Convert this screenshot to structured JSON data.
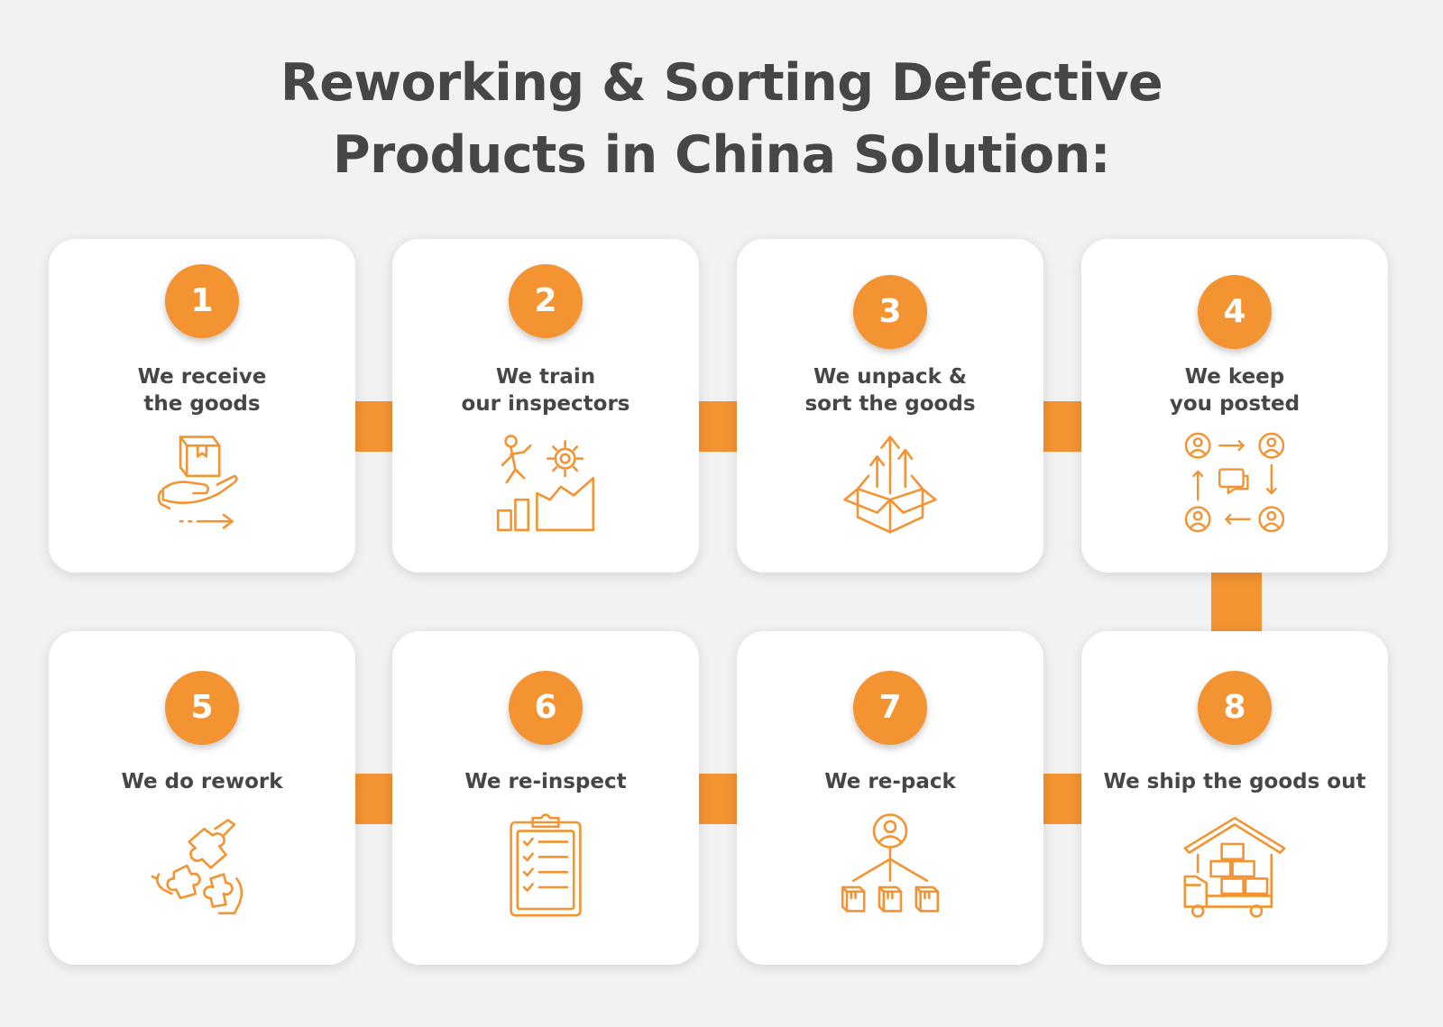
{
  "title": {
    "line1": "Reworking & Sorting Defective",
    "line2": "Products in China Solution:"
  },
  "colors": {
    "accent": "#f39332",
    "text": "#464646",
    "card": "#ffffff",
    "background": "#f2f2f2"
  },
  "steps": [
    {
      "number": "1",
      "line1": "We receive",
      "line2": "the goods",
      "icon": "hand-receiving-box-icon"
    },
    {
      "number": "2",
      "line1": "We train",
      "line2": "our inspectors",
      "icon": "worker-climbing-stairs-gear-icon"
    },
    {
      "number": "3",
      "line1": "We unpack &",
      "line2": "sort the goods",
      "icon": "open-box-arrows-icon"
    },
    {
      "number": "4",
      "line1": "We keep",
      "line2": "you posted",
      "icon": "people-communication-icon"
    },
    {
      "number": "5",
      "line1": "We do rework",
      "line2": "",
      "icon": "hands-puzzle-icon"
    },
    {
      "number": "6",
      "line1": "We re-inspect",
      "line2": "",
      "icon": "clipboard-checklist-icon"
    },
    {
      "number": "7",
      "line1": "We re-pack",
      "line2": "",
      "icon": "person-distributing-boxes-icon"
    },
    {
      "number": "8",
      "line1": "We ship the goods out",
      "line2": "",
      "icon": "warehouse-delivery-truck-icon"
    }
  ]
}
